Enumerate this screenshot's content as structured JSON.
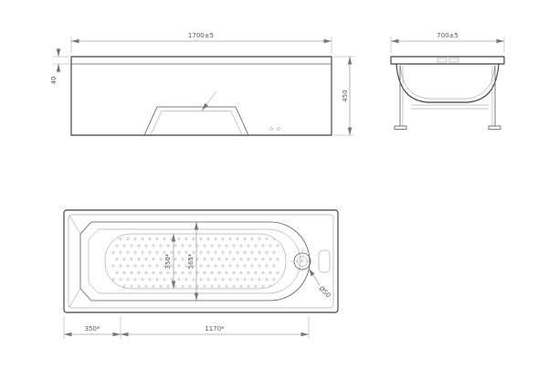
{
  "drawing": {
    "front_view": {
      "width_dim": "1700±5",
      "height_dim": "450",
      "rim_dim": "40"
    },
    "side_view": {
      "width_dim": "700±5"
    },
    "plan_view": {
      "seg1_dim": "350*",
      "seg2_dim": "1170*",
      "inner_width_dim": "350*",
      "outer_width_dim": "565*",
      "drain_dim": "Ø50"
    }
  }
}
